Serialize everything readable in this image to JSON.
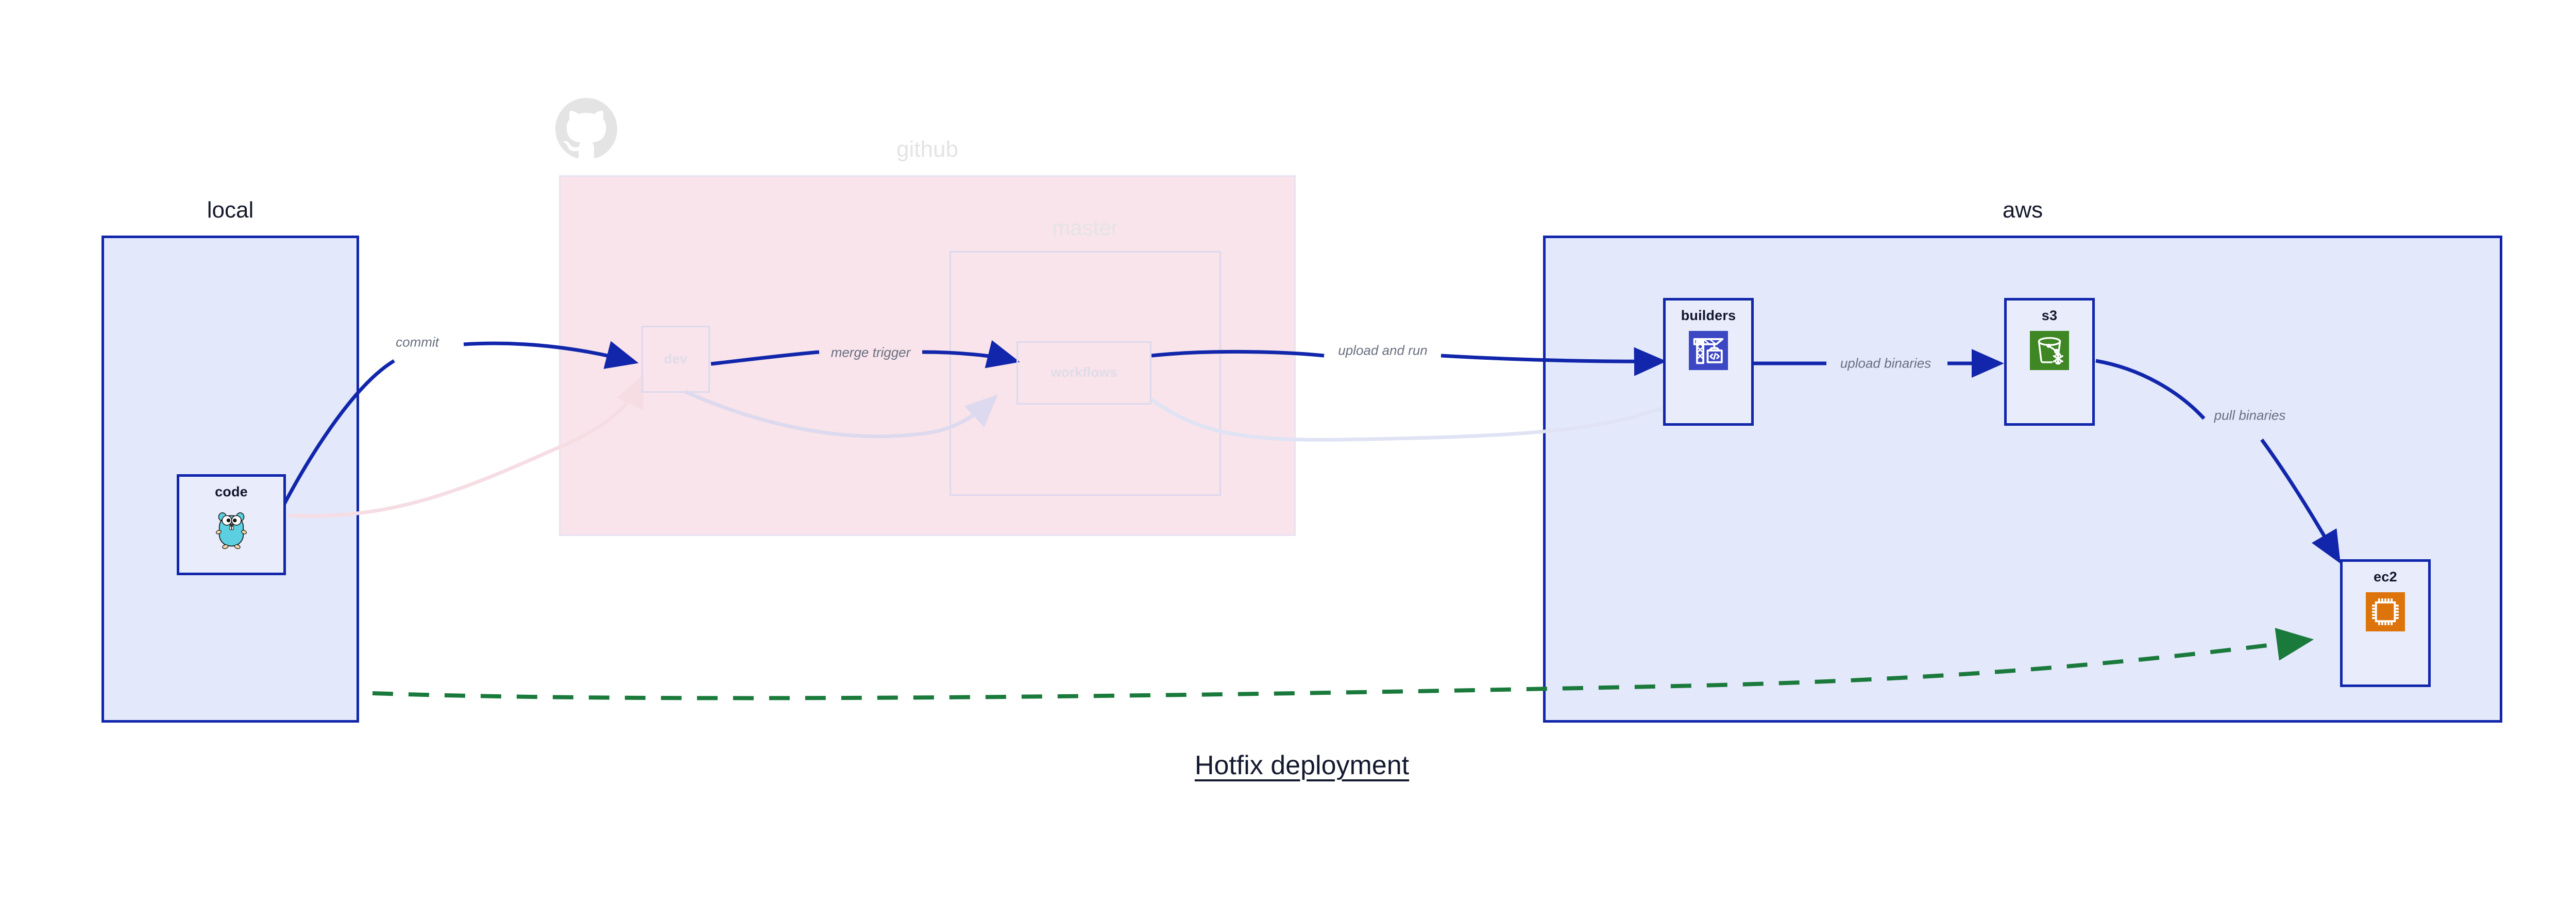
{
  "diagram": {
    "title": "Hotfix deployment",
    "background": "#ffffff"
  },
  "clusters": [
    {
      "id": "local",
      "label": "local",
      "fill": "#e3e8fb",
      "stroke": "#1126ab",
      "faded": false
    },
    {
      "id": "github",
      "label": "github",
      "fill": "#f8e4ea",
      "stroke": "#e8e3f3",
      "faded": true
    },
    {
      "id": "master",
      "label": "master",
      "fill": "transparent",
      "stroke": "#ded9ee",
      "faded": true
    },
    {
      "id": "aws",
      "label": "aws",
      "fill": "#e3e8fb",
      "stroke": "#1126ab",
      "faded": false
    }
  ],
  "nodes": [
    {
      "id": "code",
      "label": "code",
      "icon": "golang-gopher-icon",
      "cluster": "local",
      "faded": false
    },
    {
      "id": "dev",
      "label": "dev",
      "icon": "none",
      "cluster": "github",
      "faded": true
    },
    {
      "id": "workflows",
      "label": "workflows",
      "icon": "none",
      "cluster": "master",
      "faded": true
    },
    {
      "id": "builders",
      "label": "builders",
      "icon": "aws-codebuild-icon",
      "cluster": "aws",
      "faded": false,
      "icon_color": "#3c47c4"
    },
    {
      "id": "s3",
      "label": "s3",
      "icon": "aws-s3-glacier-icon",
      "cluster": "aws",
      "faded": false,
      "icon_color": "#3f8624"
    },
    {
      "id": "ec2",
      "label": "ec2",
      "icon": "aws-ec2-icon",
      "cluster": "aws",
      "faded": false,
      "icon_color": "#dd740b"
    }
  ],
  "edges": [
    {
      "id": "code-to-dev",
      "from": "code",
      "to": "dev",
      "label": "commit",
      "color": "#1126ab",
      "style": "solid",
      "faded": false
    },
    {
      "id": "dev-to-workflows",
      "from": "dev",
      "to": "workflows",
      "label": "merge trigger",
      "color": "#1126ab",
      "style": "solid",
      "faded": false
    },
    {
      "id": "workflows-to-builders",
      "from": "workflows",
      "to": "builders",
      "label": "upload and run",
      "color": "#1126ab",
      "style": "solid",
      "faded": false
    },
    {
      "id": "builders-to-s3",
      "from": "builders",
      "to": "s3",
      "label": "upload binaries",
      "color": "#1126ab",
      "style": "solid",
      "faded": false
    },
    {
      "id": "s3-to-ec2",
      "from": "s3",
      "to": "ec2",
      "label": "pull binaries",
      "color": "#1126ab",
      "style": "solid",
      "faded": false
    },
    {
      "id": "code-to-ec2",
      "from": "code",
      "to": "ec2",
      "label": "",
      "color": "#1a7a3c",
      "style": "dashed",
      "faded": false
    },
    {
      "id": "ghost-code-to-dev",
      "from": "code",
      "to": "dev",
      "label": "",
      "color": "#f6dde4",
      "style": "solid",
      "faded": true
    },
    {
      "id": "ghost-dev-to-wf",
      "from": "dev",
      "to": "workflows",
      "label": "",
      "color": "#e0dcee",
      "style": "solid",
      "faded": true
    },
    {
      "id": "ghost-wf-to-builders",
      "from": "workflows",
      "to": "builders",
      "label": "",
      "color": "#e0e4f4",
      "style": "solid",
      "faded": true
    }
  ],
  "watermark": {
    "icon": "github-octocat-icon",
    "color": "#e4e4e4"
  },
  "colors": {
    "primary_blue": "#1126ab",
    "cluster_blue_fill": "#e3e8fb",
    "github_pink_fill": "#f8e4ea",
    "ghost_stroke": "#ded9ee",
    "green_dashed": "#1a7a3c",
    "label_gray": "#6a6f80",
    "title_navy": "#141a2e",
    "faded_text": "#e4e4e6"
  }
}
